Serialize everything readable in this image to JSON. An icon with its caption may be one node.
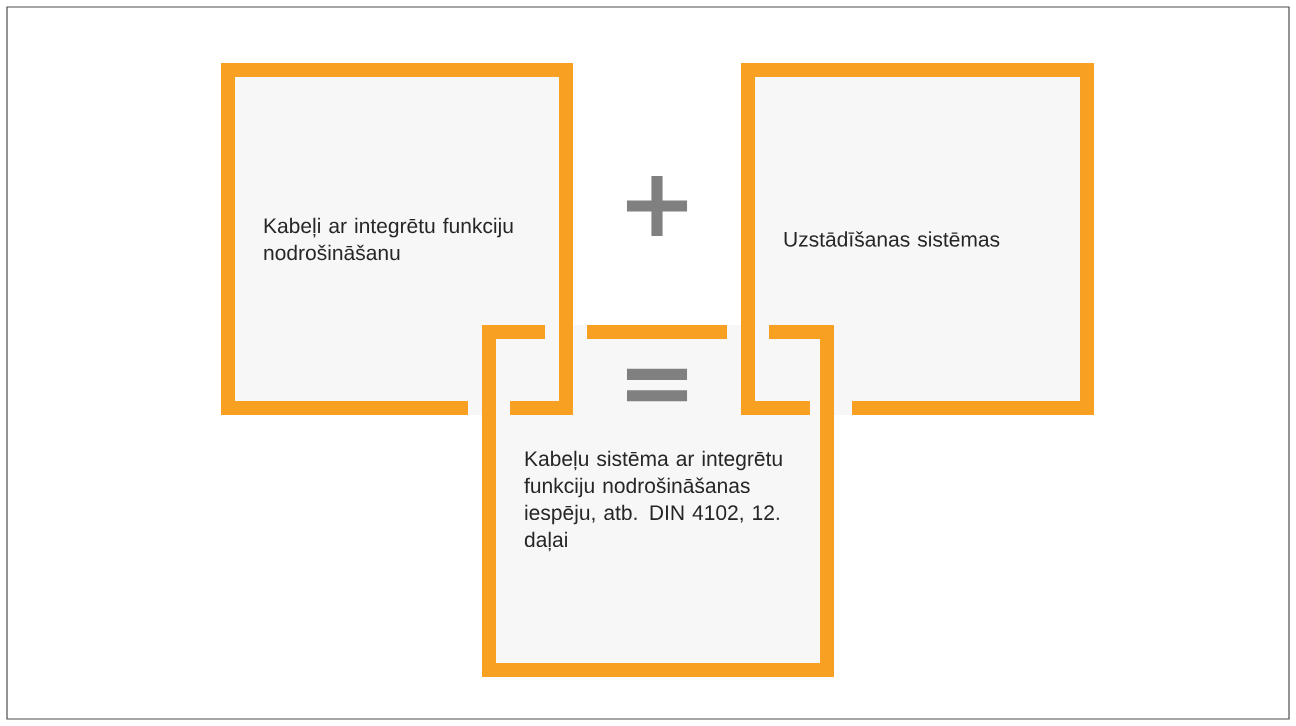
{
  "diagram": {
    "nodes": [
      {
        "text": [
          "Kabeļi ar integrētu funkciju nodrošināšanu"
        ]
      },
      {
        "text": [
          "Uzstādīšanas sistēmas"
        ]
      },
      {
        "text": [
          "Kabeļu sistēma ar integrētu funkciju nodrošināšanas iespēju, atb. DIN 4102, 12. daļai"
        ]
      }
    ],
    "labels": [
      "+",
      "="
    ]
  }
}
